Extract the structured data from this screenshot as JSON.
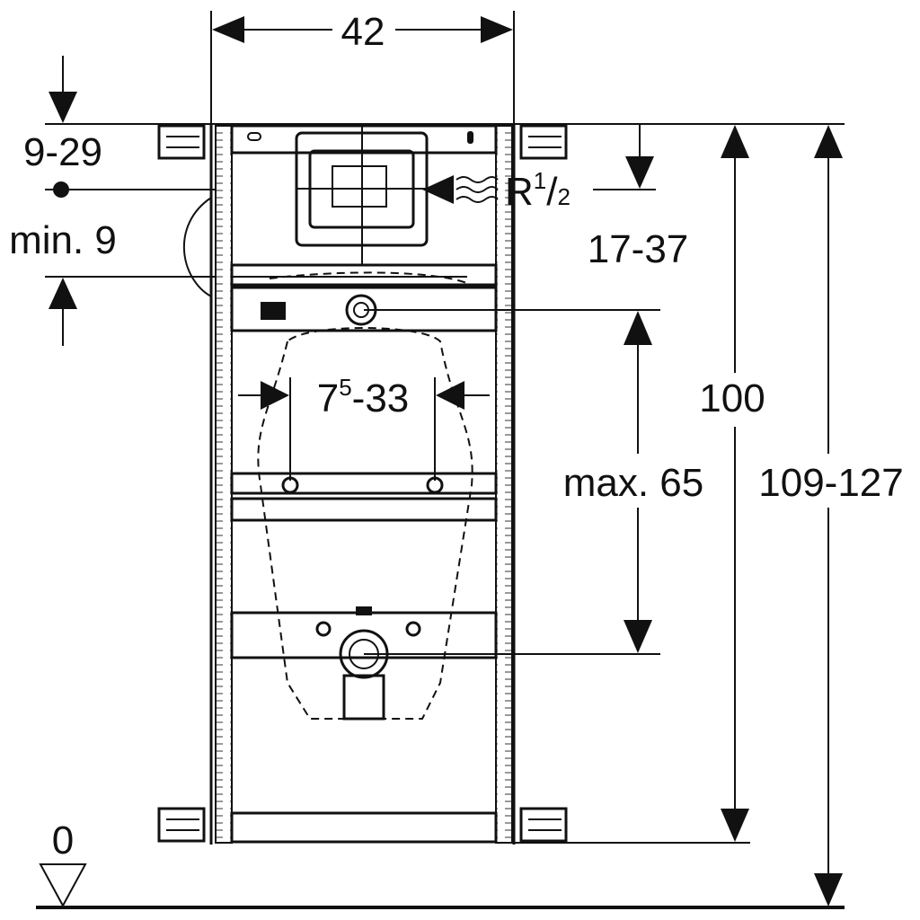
{
  "dimensions": {
    "width": "42",
    "top_offset": "9-29",
    "min_gap": "min. 9",
    "supply_thread": {
      "base": "R",
      "num": "1",
      "slash": "/",
      "den": "2"
    },
    "supply_height": "17-37",
    "frame_height": "100",
    "total_height": "109-127",
    "max_height": "max. 65",
    "spacing": {
      "base": "7",
      "sup": "5",
      "rest": "-33"
    },
    "floor_level": "0"
  }
}
